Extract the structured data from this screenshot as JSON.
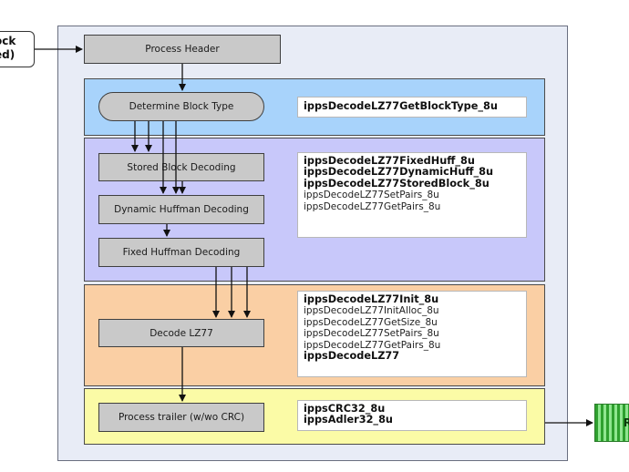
{
  "inputs": {
    "left_label_lines": [
      "ock",
      "ed)"
    ],
    "right_label": "R"
  },
  "stages": {
    "process_header": "Process Header",
    "determine_block_type": "Determine Block Type",
    "stored_block_decoding": "Stored Block Decoding",
    "dynamic_huffman_decoding": "Dynamic Huffman Decoding",
    "fixed_huffman_decoding": "Fixed Huffman Decoding",
    "decode_lz77": "Decode LZ77",
    "process_trailer": "Process trailer (w/wo CRC)"
  },
  "function_lists": {
    "block_type": [
      {
        "name": "ippsDecodeLZ77GetBlockType_8u",
        "bold": true
      }
    ],
    "block_decoding": [
      {
        "name": "ippsDecodeLZ77FixedHuff_8u",
        "bold": true
      },
      {
        "name": "ippsDecodeLZ77DynamicHuff_8u",
        "bold": true
      },
      {
        "name": "ippsDecodeLZ77StoredBlock_8u",
        "bold": true
      },
      {
        "name": "ippsDecodeLZ77SetPairs_8u",
        "bold": false
      },
      {
        "name": "ippsDecodeLZ77GetPairs_8u",
        "bold": false
      }
    ],
    "lz77": [
      {
        "name": "ippsDecodeLZ77Init_8u",
        "bold": true
      },
      {
        "name": "ippsDecodeLZ77InitAlloc_8u",
        "bold": false
      },
      {
        "name": "ippsDecodeLZ77GetSize_8u",
        "bold": false
      },
      {
        "name": "ippsDecodeLZ77SetPairs_8u",
        "bold": false
      },
      {
        "name": "ippsDecodeLZ77GetPairs_8u",
        "bold": false
      },
      {
        "name": "ippsDecodeLZ77",
        "bold": true
      }
    ],
    "trailer": [
      {
        "name": "ippsCRC32_8u",
        "bold": true
      },
      {
        "name": "ippsAdler32_8u",
        "bold": true
      }
    ]
  },
  "colors": {
    "blue_band": "#a8d3fb",
    "purple_band": "#c8c8fa",
    "orange_band": "#facfa4",
    "yellow_band": "#fbfba6",
    "process_box": "#c9c9c9"
  }
}
